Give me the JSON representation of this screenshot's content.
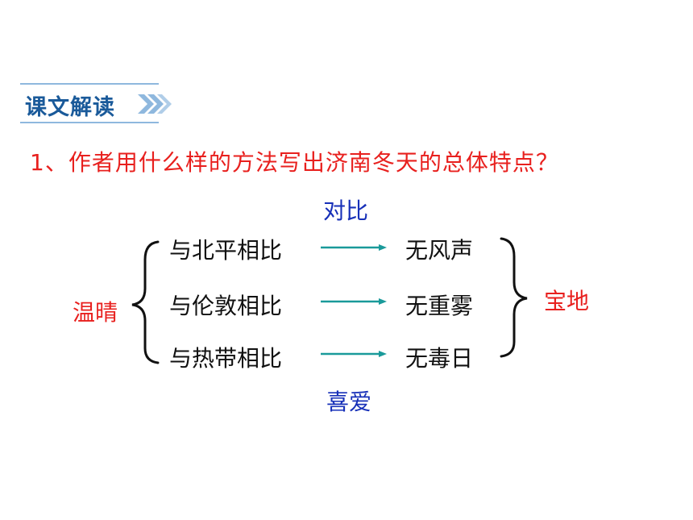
{
  "section": {
    "label": "课文解读"
  },
  "question": "1、作者用什么样的方法写出济南冬天的总体特点？",
  "diagram": {
    "top_label": "对比",
    "bottom_label": "喜爱",
    "left_label": "温晴",
    "right_label": "宝地",
    "rows": [
      {
        "comparison": "与北平相比",
        "result": "无风声"
      },
      {
        "comparison": "与伦敦相比",
        "result": "无重雾"
      },
      {
        "comparison": "与热带相比",
        "result": "无毒日"
      }
    ]
  },
  "colors": {
    "red": "#e8201e",
    "blue": "#1730b8",
    "arrow": "#1a9a9a",
    "tag_text": "#1a5a9a"
  }
}
